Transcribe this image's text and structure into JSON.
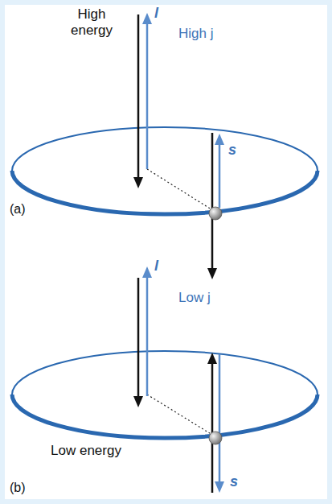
{
  "diagram": {
    "labels": [
      "High energy",
      "l",
      "High j",
      "s",
      "(a)",
      "l",
      "Low j",
      "s",
      "Low energy",
      "(b)"
    ]
  }
}
